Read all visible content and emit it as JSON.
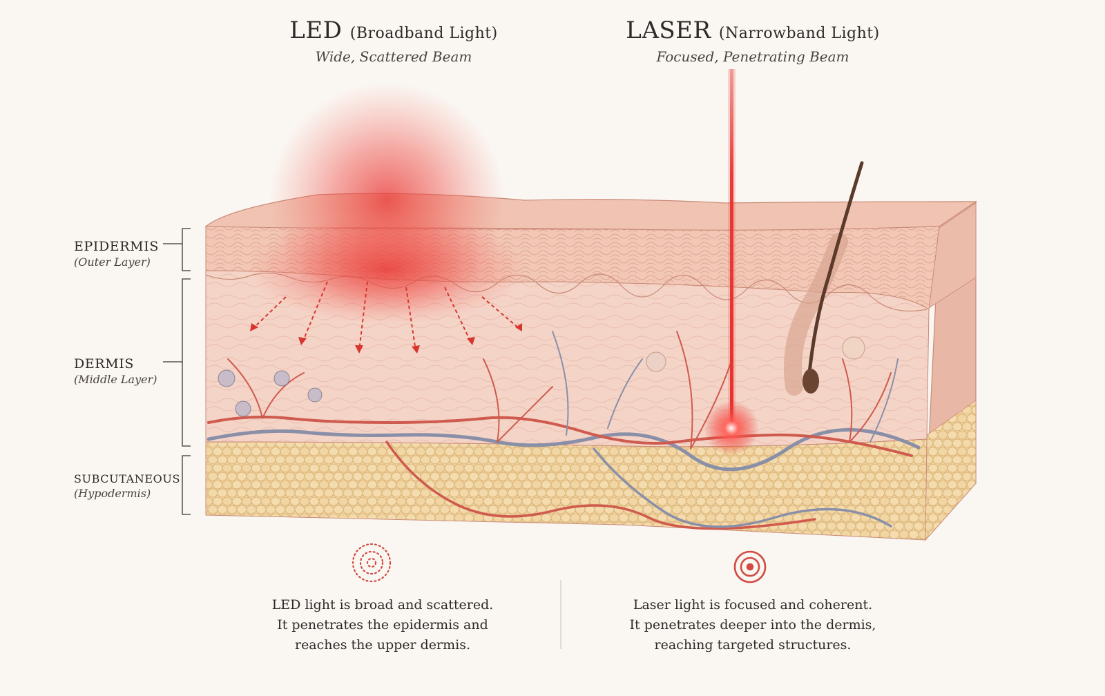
{
  "led": {
    "title": "LED",
    "title_paren": "(Broadband Light)",
    "subtitle": "Wide, Scattered Beam",
    "caption_lines": [
      "LED light is broad and scattered.",
      "It penetrates the epidermis and",
      "reaches the upper dermis."
    ],
    "icon": "dotted-concentric-circles-icon"
  },
  "laser": {
    "title": "LASER",
    "title_paren": "(Narrowband Light)",
    "subtitle": "Focused, Penetrating Beam",
    "caption_lines": [
      "Laser light is focused and coherent.",
      "It penetrates deeper into the dermis,",
      "reaching targeted structures."
    ],
    "icon": "target-circles-icon"
  },
  "layers": [
    {
      "name": "EPIDERMIS",
      "note": "(Outer Layer)"
    },
    {
      "name": "DERMIS",
      "note": "(Middle Layer)"
    },
    {
      "name": "SUBCUTANEOUS",
      "note": "(Hypodermis)"
    }
  ],
  "colors": {
    "background": "#faf6f1",
    "light_red": "#e8322f",
    "epidermis": "#f2c9b8",
    "dermis": "#f4d3c6",
    "fat": "#efcf9a",
    "artery": "#cf5a4e",
    "vein": "#8a8fa8",
    "hair": "#5a3a2a"
  }
}
